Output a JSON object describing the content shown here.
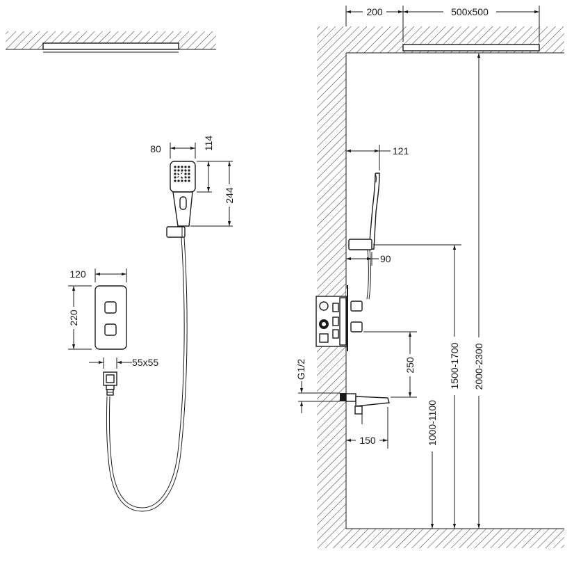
{
  "dimensions": {
    "handshower_width": "80",
    "handshower_head_height": "114",
    "handshower_total_height": "244",
    "panel_width": "120",
    "panel_height": "220",
    "outlet_size": "55x55",
    "wall_offset": "200",
    "rain_shower_size": "500x500",
    "handshower_reach": "121",
    "holder_depth": "90",
    "thread_size": "G1/2",
    "mixer_to_spout": "250",
    "spout_length": "150",
    "spout_height": "1000-1100",
    "mixer_height": "1500-1700",
    "rain_shower_height": "2000-2300"
  }
}
